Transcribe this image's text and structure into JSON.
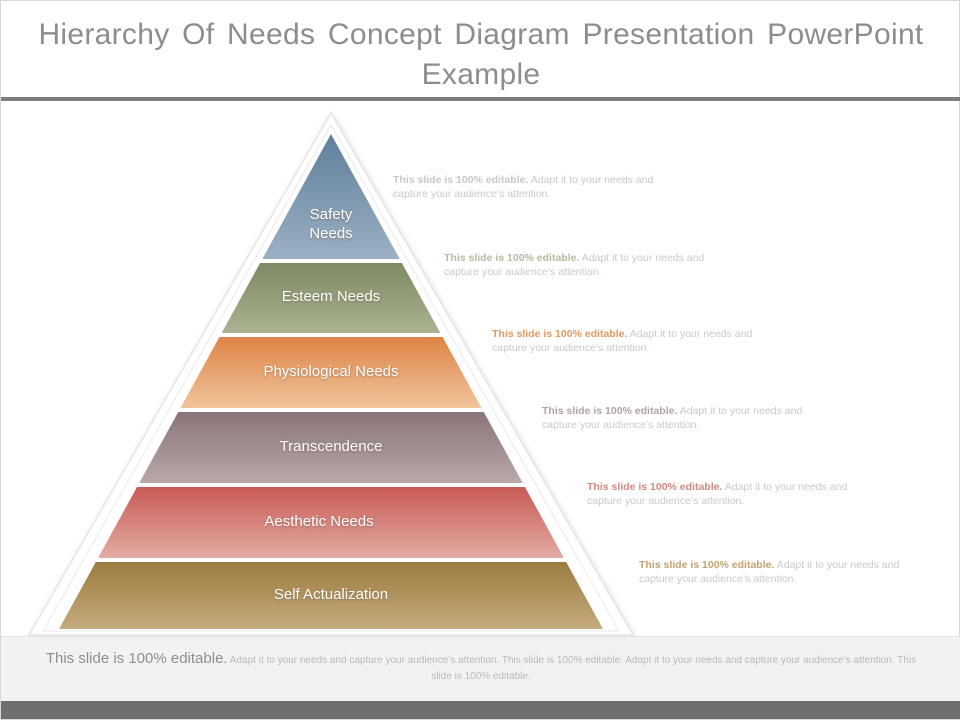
{
  "slide": {
    "title": "Hierarchy Of Needs Concept Diagram Presentation PowerPoint Example"
  },
  "pyramid": {
    "tiers": [
      {
        "label": "Safety\nNeeds",
        "color_top": "#5f7f9b",
        "color_bottom": "#9bb0c2",
        "accent": "#b9c6d2"
      },
      {
        "label": "Esteem Needs",
        "color_top": "#7d8a63",
        "color_bottom": "#aab391",
        "accent": "#b9c0a3"
      },
      {
        "label": "Physiological Needs",
        "color_top": "#df8446",
        "color_bottom": "#f0c49b",
        "accent": "#e8a26a"
      },
      {
        "label": "Transcendence",
        "color_top": "#8a7578",
        "color_bottom": "#b8a9a8",
        "accent": "#b6a6a6"
      },
      {
        "label": "Aesthetic Needs",
        "color_top": "#c85a54",
        "color_bottom": "#e3aca4",
        "accent": "#cf7b72"
      },
      {
        "label": "Self Actualization",
        "color_top": "#9b7b3f",
        "color_bottom": "#c6ab7e",
        "accent": "#c0a06a"
      }
    ],
    "outline_color": "#ffffff"
  },
  "notes": [
    {
      "strong": "This slide is 100% editable.",
      "rest": " Adapt it to your needs and capture your audience’s attention.",
      "color": "#c4c9cd"
    },
    {
      "strong": "This slide is 100% editable.",
      "rest": " Adapt it to your needs and capture your audience’s attention.",
      "color": "#b5bba2"
    },
    {
      "strong": "This slide is 100% editable.",
      "rest": " Adapt it to your needs and capture your audience’s attention.",
      "color": "#e09a62"
    },
    {
      "strong": "This slide is 100% editable.",
      "rest": " Adapt it to your needs and capture your audience’s attention.",
      "color": "#b2a3a3"
    },
    {
      "strong": "This slide is 100% editable.",
      "rest": " Adapt it to your needs and capture your audience’s attention.",
      "color": "#d08a82"
    },
    {
      "strong": "This slide is 100% editable.",
      "rest": " Adapt it to your needs and capture your audience’s attention.",
      "color": "#c0a371"
    }
  ],
  "caption": {
    "lead": "This slide is 100% editable.",
    "rest": " Adapt it to your needs and capture your audience’s attention. This slide is 100% editable. Adapt it to your needs and capture your audience’s attention. This slide is 100% editable."
  }
}
